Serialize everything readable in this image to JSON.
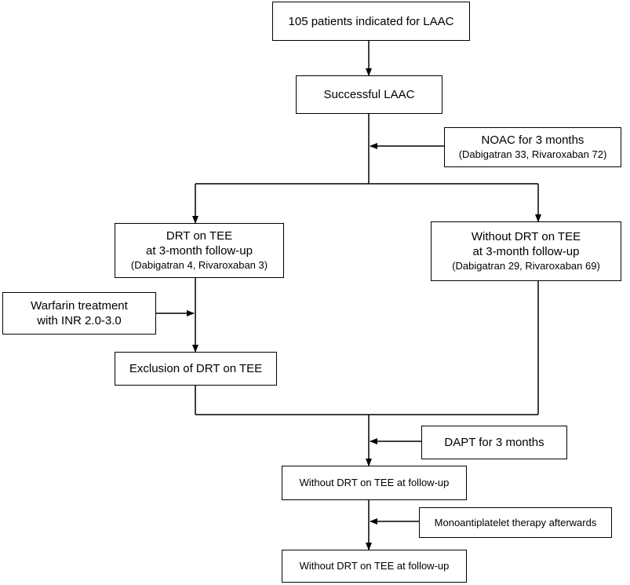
{
  "flowchart": {
    "start": {
      "line1": "105 patients indicated for LAAC"
    },
    "successful": {
      "line1": "Successful LAAC"
    },
    "noac": {
      "line1": "NOAC for 3 months",
      "line2": "(Dabigatran 33, Rivaroxaban 72)"
    },
    "drt": {
      "line1": "DRT on TEE",
      "line2": "at 3-month follow-up",
      "line3": "(Dabigatran 4, Rivaroxaban 3)"
    },
    "no_drt": {
      "line1": "Without DRT on TEE",
      "line2": "at 3-month follow-up",
      "line3": "(Dabigatran 29, Rivaroxaban 69)"
    },
    "warfarin": {
      "line1": "Warfarin treatment",
      "line2": "with INR 2.0-3.0"
    },
    "exclusion": {
      "line1": "Exclusion of DRT on TEE"
    },
    "dapt": {
      "line1": "DAPT for 3 months"
    },
    "followup1": {
      "line1": "Without DRT on TEE at follow-up"
    },
    "monoantiplatelet": {
      "line1": "Monoantiplatelet therapy afterwards"
    },
    "followup2": {
      "line1": "Without DRT on TEE at follow-up"
    }
  }
}
